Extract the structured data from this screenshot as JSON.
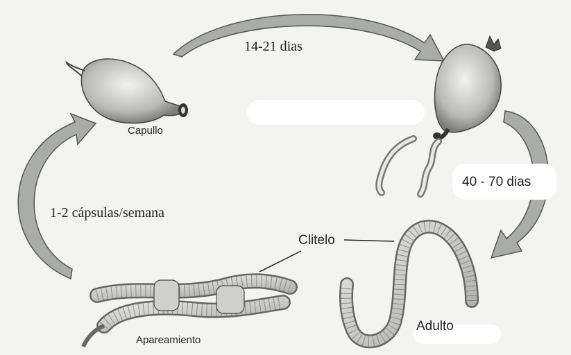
{
  "diagram": {
    "cycle_duration_top": "14-21 dias",
    "cycle_duration_right": "40 - 70 dias",
    "laying_rate": "1-2 cápsulas/semana",
    "stages": {
      "cocoon": "Capullo",
      "adult": "Adulto",
      "mating": "Apareamiento"
    },
    "clitellum_label": "Clitelo"
  },
  "colors": {
    "arrow_fill": "#a9aca7",
    "ink": "#222222",
    "paper": "#f3f3f1"
  }
}
